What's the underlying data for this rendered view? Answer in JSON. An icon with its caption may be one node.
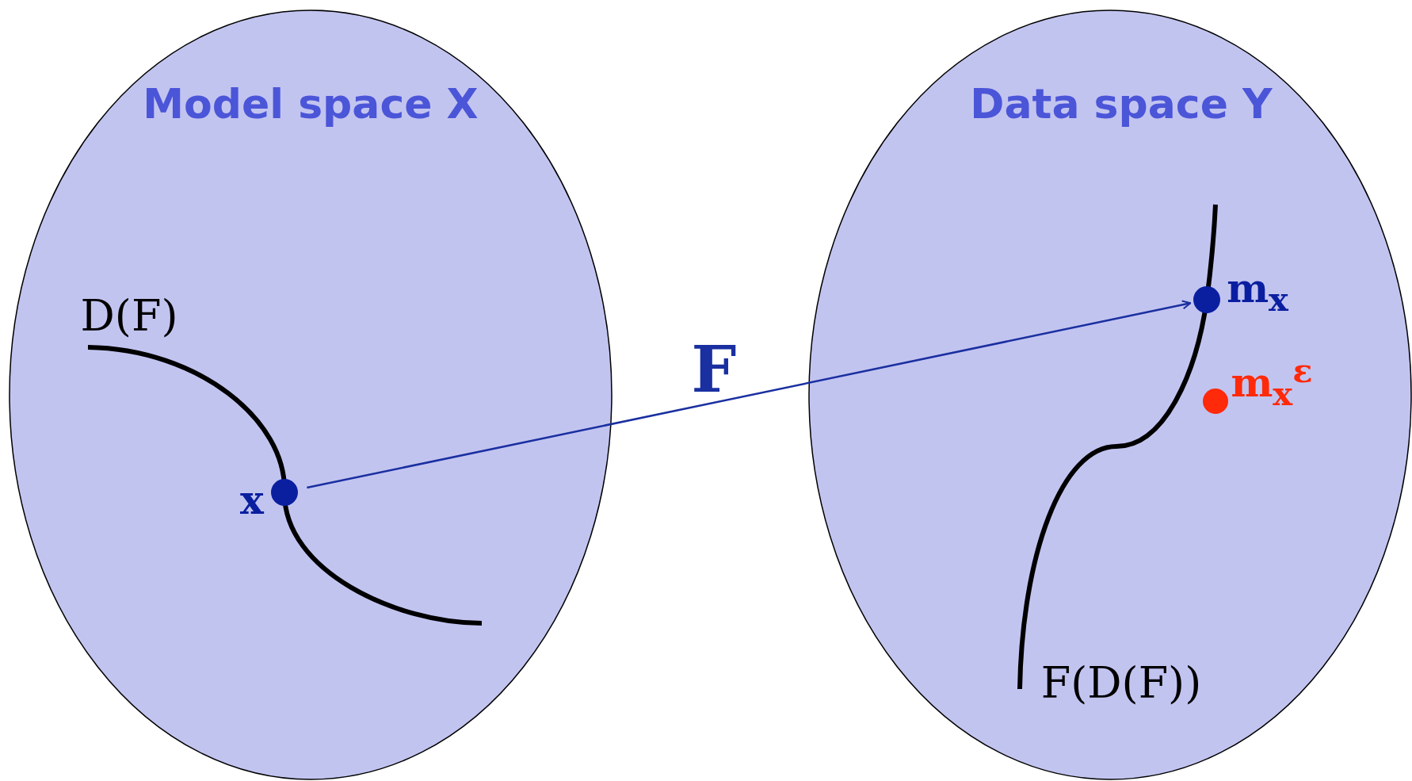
{
  "diagram": {
    "nodes": [
      {
        "text": [
          "Model space X"
        ]
      },
      {
        "text": [
          "Data space Y"
        ]
      },
      {
        "text": [],
        "shape": "circle",
        "in": 0,
        "beside": [
          "x"
        ]
      },
      {
        "text": [],
        "shape": "circle",
        "in": 1,
        "beside": [
          "m$_{x}$"
        ]
      },
      {
        "text": [],
        "shape": "circle",
        "in": 1,
        "beside": [
          "m$_{x}$$^{ε}$"
        ]
      }
    ],
    "edges": [
      {
        "from": 2,
        "to": 3,
        "arrow": "to",
        "label": "F"
      }
    ],
    "labels": [
      "D(F)",
      "F(D(F))"
    ]
  }
}
